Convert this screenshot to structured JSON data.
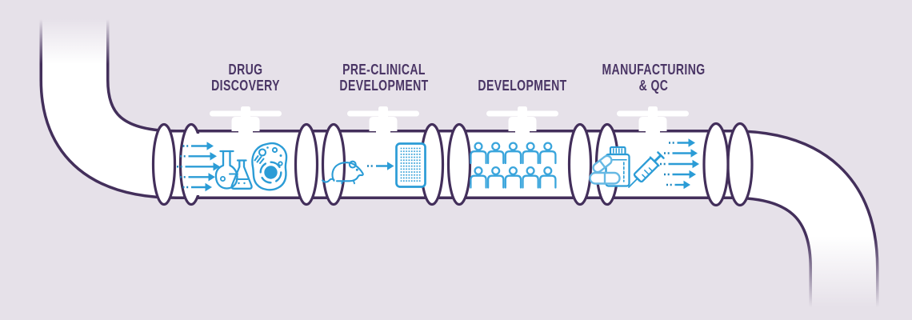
{
  "figure": {
    "type": "pipeline-infographic",
    "description_visible_elements": "pipe entering top-left, four valve sections, pipe exiting bottom-right"
  },
  "palette": {
    "background": "#e6e1e9",
    "pipe_outline": "#432f5b",
    "pipe_fill": "#ffffff",
    "label_color": "#4a3565",
    "icon_blue": "#2b9cd6",
    "icon_light_blue": "#66b9e4",
    "icon_dot_blue": "#1f86be",
    "icon_people_blue": "#3aa5dc",
    "valve_color": "#ffffff"
  },
  "stages": [
    {
      "id": "drug-discovery",
      "label_lines": [
        "DRUG",
        "DISCOVERY"
      ],
      "icons": [
        "flow-arrows-in-icon",
        "round-flask-icon",
        "erlenmeyer-flask-icon",
        "cell-icon"
      ]
    },
    {
      "id": "pre-clinical-development",
      "label_lines": [
        "PRE-CLINICAL",
        "DEVELOPMENT"
      ],
      "icons": [
        "mouse-icon",
        "transfer-arrow-icon",
        "microplate-icon"
      ]
    },
    {
      "id": "development",
      "label_lines": [
        "DEVELOPMENT"
      ],
      "icons": [
        "patient-group-icon"
      ]
    },
    {
      "id": "manufacturing-qc",
      "label_lines": [
        "MANUFACTURING",
        "& QC"
      ],
      "icons": [
        "capsules-icon",
        "pill-bottle-icon",
        "syringe-icon",
        "flow-arrows-out-icon"
      ]
    }
  ]
}
